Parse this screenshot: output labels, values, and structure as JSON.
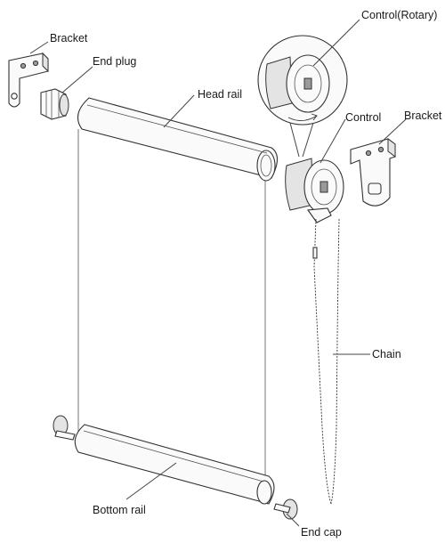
{
  "labels": {
    "bracket_left": "Bracket",
    "end_plug": "End plug",
    "head_rail": "Head rail",
    "control_rotary": "Control(Rotary)",
    "control": "Control",
    "bracket_right": "Bracket",
    "chain": "Chain",
    "bottom_rail": "Bottom rail",
    "end_cap": "End cap"
  }
}
